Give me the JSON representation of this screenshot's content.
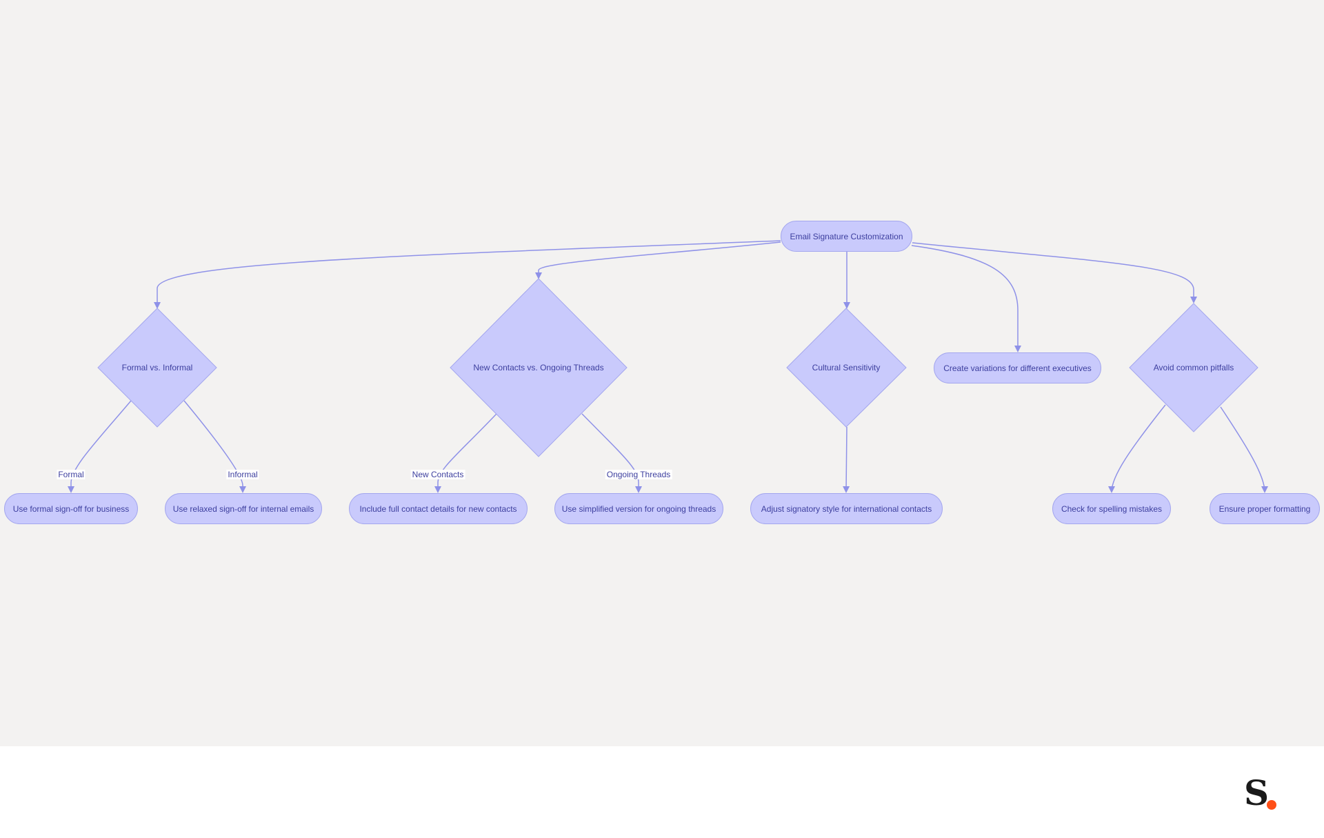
{
  "diagram": {
    "root": "Email Signature Customization",
    "decisions": {
      "formal_informal": "Formal vs. Informal",
      "new_ongoing": "New Contacts vs. Ongoing Threads",
      "cultural": "Cultural Sensitivity",
      "pitfalls": "Avoid common pitfalls"
    },
    "actions": {
      "formal": "Use formal sign-off for business",
      "informal": "Use relaxed sign-off for internal emails",
      "new_contacts": "Include full contact details for new contacts",
      "ongoing": "Use simplified version for ongoing threads",
      "international": "Adjust signatory style for international contacts",
      "executives": "Create variations for different executives",
      "spelling": "Check for spelling mistakes",
      "formatting": "Ensure proper formatting"
    },
    "edge_labels": {
      "formal": "Formal",
      "informal": "Informal",
      "new_contacts": "New Contacts",
      "ongoing": "Ongoing Threads"
    }
  },
  "colors": {
    "canvas": "#f3f2f1",
    "node_fill": "#c9cafc",
    "node_stroke": "#a3a6ee",
    "edge": "#8e91e8",
    "text": "#3c3e9e",
    "logo_dot": "#ff4f17"
  },
  "logo": {
    "letter": "S"
  }
}
